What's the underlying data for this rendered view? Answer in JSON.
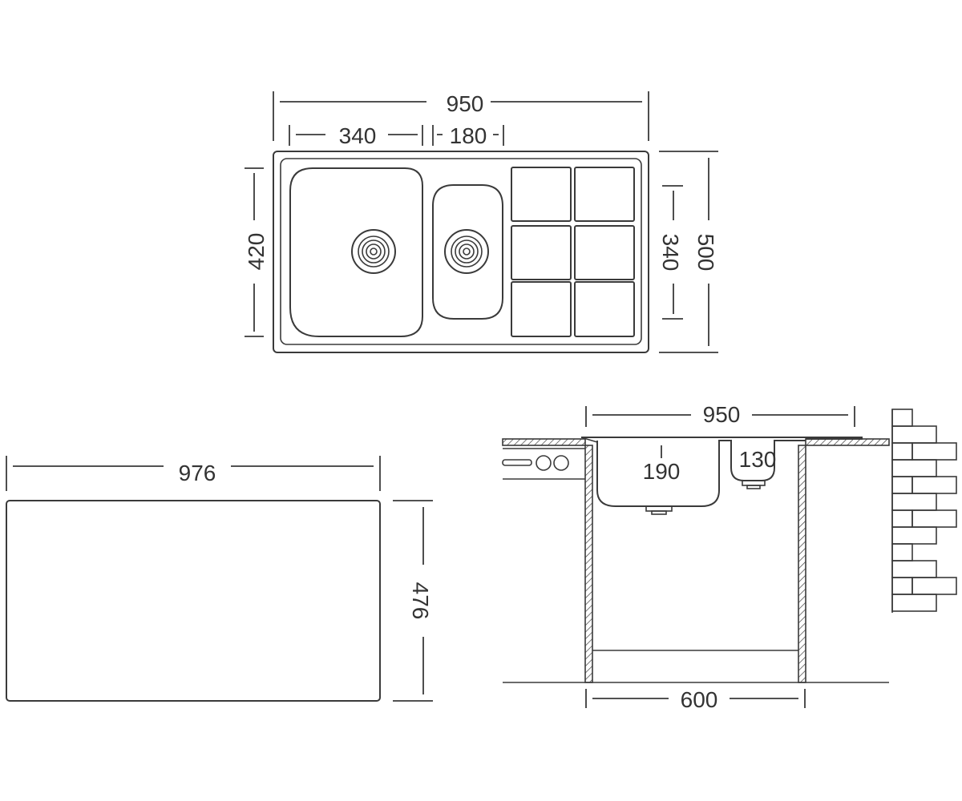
{
  "top_view": {
    "overall_width": "950",
    "main_bowl_width": "340",
    "small_bowl_width": "180",
    "bowl_depth": "420",
    "drainer_depth": "340",
    "overall_depth": "500"
  },
  "cutout": {
    "width": "976",
    "depth": "476"
  },
  "section_view": {
    "overall_width": "950",
    "main_bowl_depth": "190",
    "small_bowl_depth": "130",
    "cabinet_width": "600"
  },
  "colors": {
    "line": "#3a3a3a",
    "text": "#333333",
    "background": "#ffffff"
  }
}
